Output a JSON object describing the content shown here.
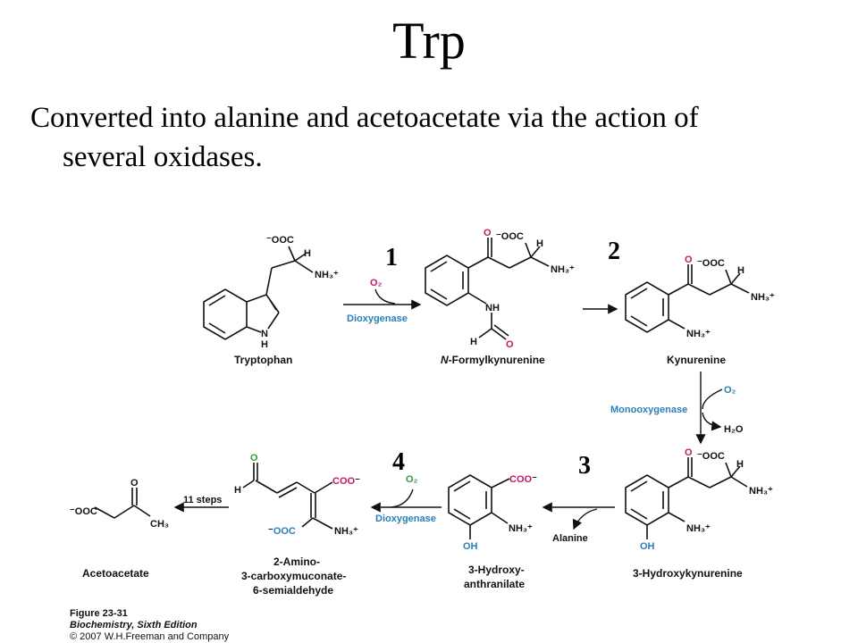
{
  "title": "Trp",
  "body_line1": "Converted into alanine and acetoacetate via the action of",
  "body_line2": "several oxidases.",
  "step_numbers": [
    "1",
    "2",
    "3",
    "4"
  ],
  "compounds": {
    "tryptophan": "Tryptophan",
    "n_formylkynurenine_prefix": "N",
    "n_formylkynurenine_rest": "-Formylkynurenine",
    "kynurenine": "Kynurenine",
    "hydroxykynurenine": "3-Hydroxykynurenine",
    "anthranilate_1": "3-Hydroxy-",
    "anthranilate_2": "anthranilate",
    "semialdehyde_1": "2-Amino-",
    "semialdehyde_2": "3-carboxymuconate-",
    "semialdehyde_3": "6-semialdehyde",
    "acetoacetate": "Acetoacetate"
  },
  "enzymes": {
    "dioxygenase": "Dioxygenase",
    "monooxygenase": "Monooxygenase"
  },
  "labels": {
    "ooc": "⁻OOC",
    "coo": "COO⁻",
    "h": "H",
    "nh3": "NH₃⁺",
    "nh": "NH",
    "n": "N",
    "o": "O",
    "oh": "OH",
    "ch3": "CH₃",
    "o2": "O₂",
    "h2o": "H₂O",
    "alanine": "Alanine",
    "eleven_steps": "11 steps"
  },
  "figure_caption": {
    "line1": "Figure 23-31",
    "line2": "Biochemistry, Sixth Edition",
    "line3": "© 2007 W.H.Freeman and Company"
  },
  "colors": {
    "oxygen": "#c0186a",
    "hydroxyl_oxygen": "#2a7fb8",
    "enzyme": "#2a7fb8",
    "aldehyde_oxygen": "#2f9a3c"
  }
}
